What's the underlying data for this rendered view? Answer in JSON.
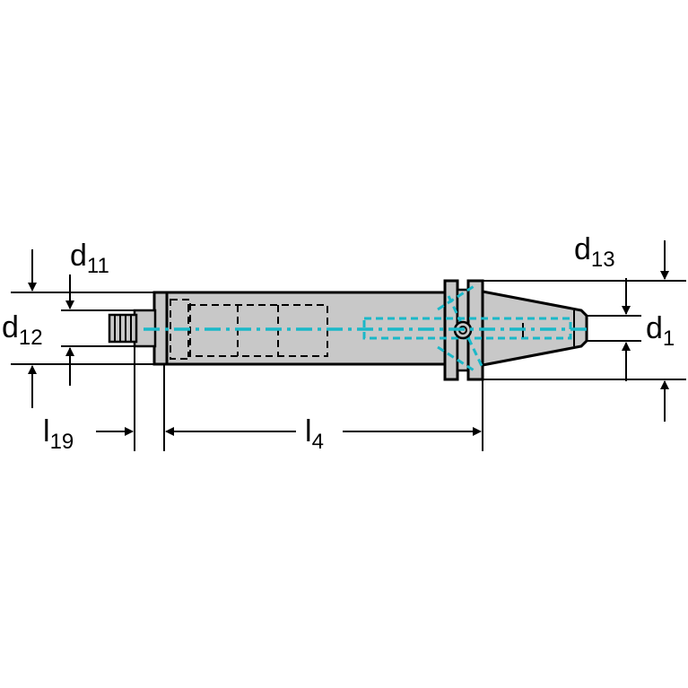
{
  "colors": {
    "body": "#c8c8c8",
    "outline": "#000000",
    "centerline": "#1ab8c8"
  },
  "labels": {
    "d11": {
      "main": "d",
      "sub": "11"
    },
    "d12": {
      "main": "d",
      "sub": "12"
    },
    "d13": {
      "main": "d",
      "sub": "13"
    },
    "d1": {
      "main": "d",
      "sub": "1"
    },
    "l19": {
      "main": "l",
      "sub": "19"
    },
    "l4": {
      "main": "l",
      "sub": "4"
    }
  }
}
